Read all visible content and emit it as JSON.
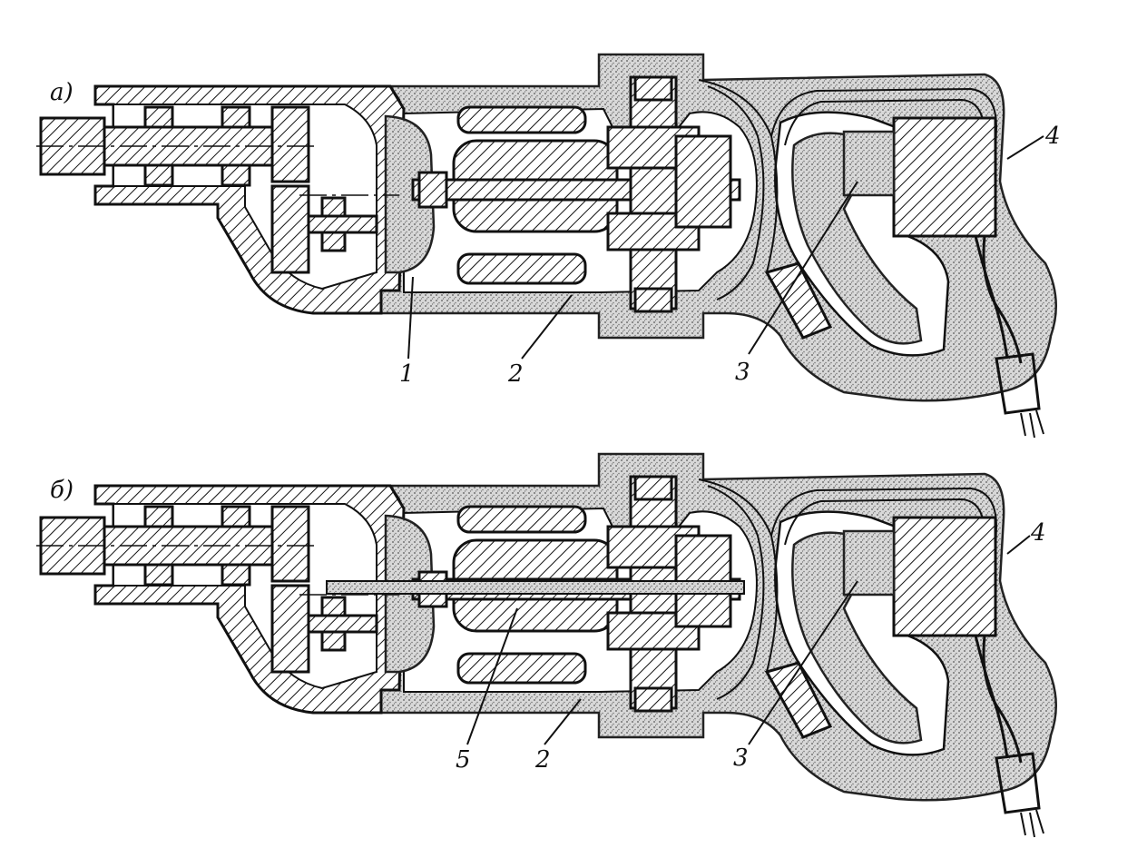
{
  "figure": {
    "panels": [
      {
        "id": "a",
        "tag": "а)",
        "labels": [
          "1",
          "2",
          "3",
          "4"
        ]
      },
      {
        "id": "b",
        "tag": "б)",
        "labels": [
          "5",
          "2",
          "3",
          "4"
        ]
      }
    ]
  }
}
